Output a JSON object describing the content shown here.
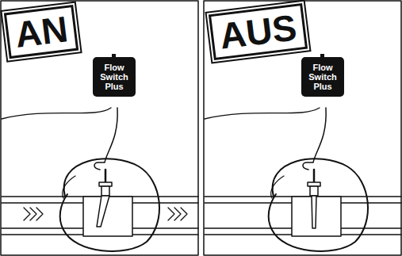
{
  "diagram": {
    "nodes": [
      {
        "text": [
          "AN"
        ]
      },
      {
        "text": [
          "Flow Switch Plus"
        ]
      },
      {
        "text": [
          "AUS"
        ]
      },
      {
        "text": [
          "Flow Switch Plus"
        ]
      }
    ]
  }
}
